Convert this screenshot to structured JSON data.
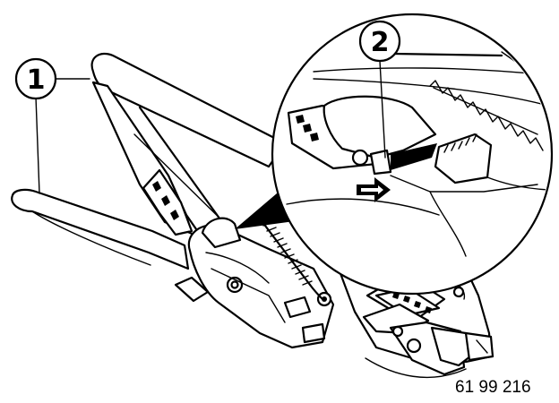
{
  "callouts": [
    {
      "id": "1",
      "label": "1"
    },
    {
      "id": "2",
      "label": "2"
    }
  ],
  "figure_number": "61 99 216",
  "icons": [
    "arrow-right-icon"
  ],
  "colors": {
    "ink": "#000000",
    "paper": "#ffffff"
  }
}
